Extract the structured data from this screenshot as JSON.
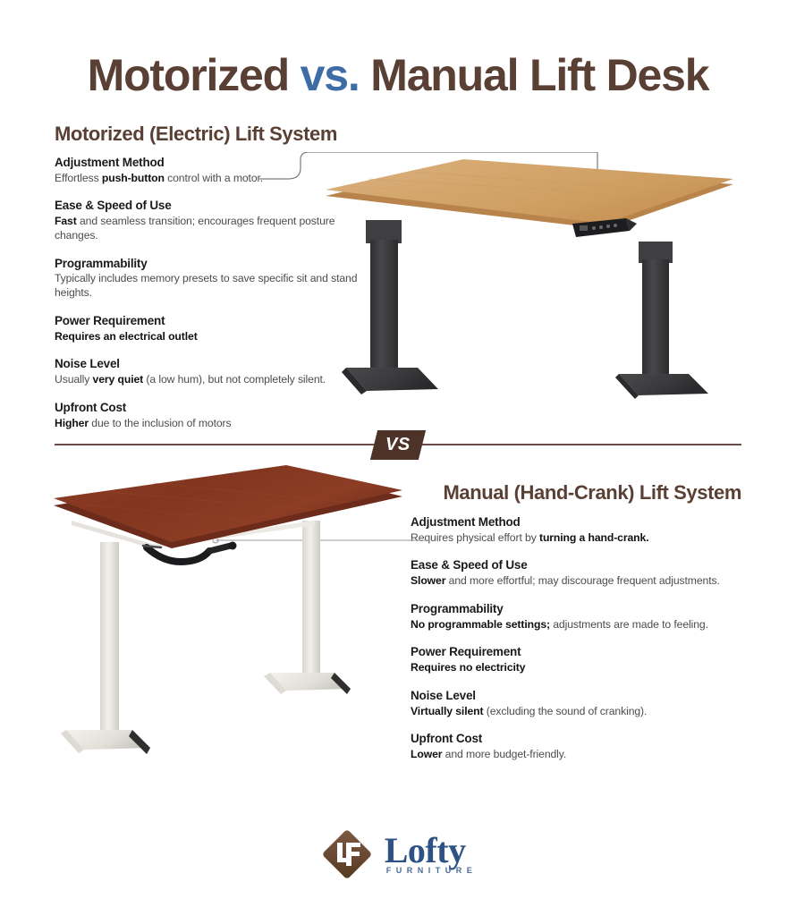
{
  "title": {
    "part1": "Motorized ",
    "vs": "vs.",
    "part2": " Manual Lift Desk"
  },
  "divider": {
    "badge_label": "VS"
  },
  "motorized": {
    "heading": "Motorized (Electric) Lift System",
    "features": [
      {
        "title": "Adjustment Method",
        "desc_pre": "Effortless ",
        "desc_bold": "push-button",
        "desc_post": " control with a motor.",
        "all_bold": false
      },
      {
        "title": "Ease & Speed of Use",
        "desc_pre": "",
        "desc_bold": "Fast",
        "desc_post": " and seamless transition; encourages frequent posture changes.",
        "all_bold": false
      },
      {
        "title": "Programmability",
        "desc_pre": "Typically includes memory presets to save specific sit and stand heights.",
        "desc_bold": "",
        "desc_post": "",
        "all_bold": false
      },
      {
        "title": "Power Requirement",
        "desc_pre": "Requires an electrical outlet",
        "desc_bold": "",
        "desc_post": "",
        "all_bold": true
      },
      {
        "title": "Noise Level",
        "desc_pre": "Usually ",
        "desc_bold": "very quiet",
        "desc_post": " (a low hum), but not completely silent.",
        "all_bold": false
      },
      {
        "title": "Upfront Cost",
        "desc_pre": "",
        "desc_bold": "Higher",
        "desc_post": " due to the inclusion of motors",
        "all_bold": false
      }
    ],
    "desk": {
      "name": "motorized-standing-desk",
      "top_color": "#d3a36a",
      "top_edge_color": "#b8844b",
      "leg_color": "#3a3a3c",
      "control_panel": "control-panel"
    }
  },
  "manual": {
    "heading": "Manual (Hand-Crank) Lift System",
    "features": [
      {
        "title": "Adjustment Method",
        "desc_pre": "Requires physical effort by ",
        "desc_bold": "turning a hand-crank.",
        "desc_post": "",
        "all_bold": false
      },
      {
        "title": "Ease & Speed of Use",
        "desc_pre": "",
        "desc_bold": "Slower",
        "desc_post": " and more effortful; may discourage frequent adjustments.",
        "all_bold": false
      },
      {
        "title": "Programmability",
        "desc_pre": "",
        "desc_bold": "No programmable settings;",
        "desc_post": " adjustments are made to feeling.",
        "all_bold": false
      },
      {
        "title": "Power Requirement",
        "desc_pre": "Requires no electricity",
        "desc_bold": "",
        "desc_post": "",
        "all_bold": true
      },
      {
        "title": "Noise Level",
        "desc_pre": "",
        "desc_bold": "Virtually silent",
        "desc_post": " (excluding the sound of cranking).",
        "all_bold": false
      },
      {
        "title": "Upfront Cost",
        "desc_pre": "",
        "desc_bold": "Lower",
        "desc_post": " and more budget-friendly.",
        "all_bold": false
      }
    ],
    "desk": {
      "name": "manual-crank-desk",
      "top_color": "#8a3a24",
      "top_edge_color": "#6d2c1b",
      "leg_color": "#e8e6e1",
      "crank": "hand-crank"
    }
  },
  "logo": {
    "monogram": "LF",
    "word": "Lofty",
    "sub": "FURNITURE"
  },
  "colors": {
    "brand_brown": "#5a4034",
    "brand_blue": "#3e6ca6",
    "divider": "#6b4a4a",
    "badge_bg": "#4d3327",
    "body_text": "#4c4c4c",
    "heading_text": "#1b1b1b",
    "logo_blue": "#2d5283",
    "logo_diamond": "#6b4a35"
  }
}
